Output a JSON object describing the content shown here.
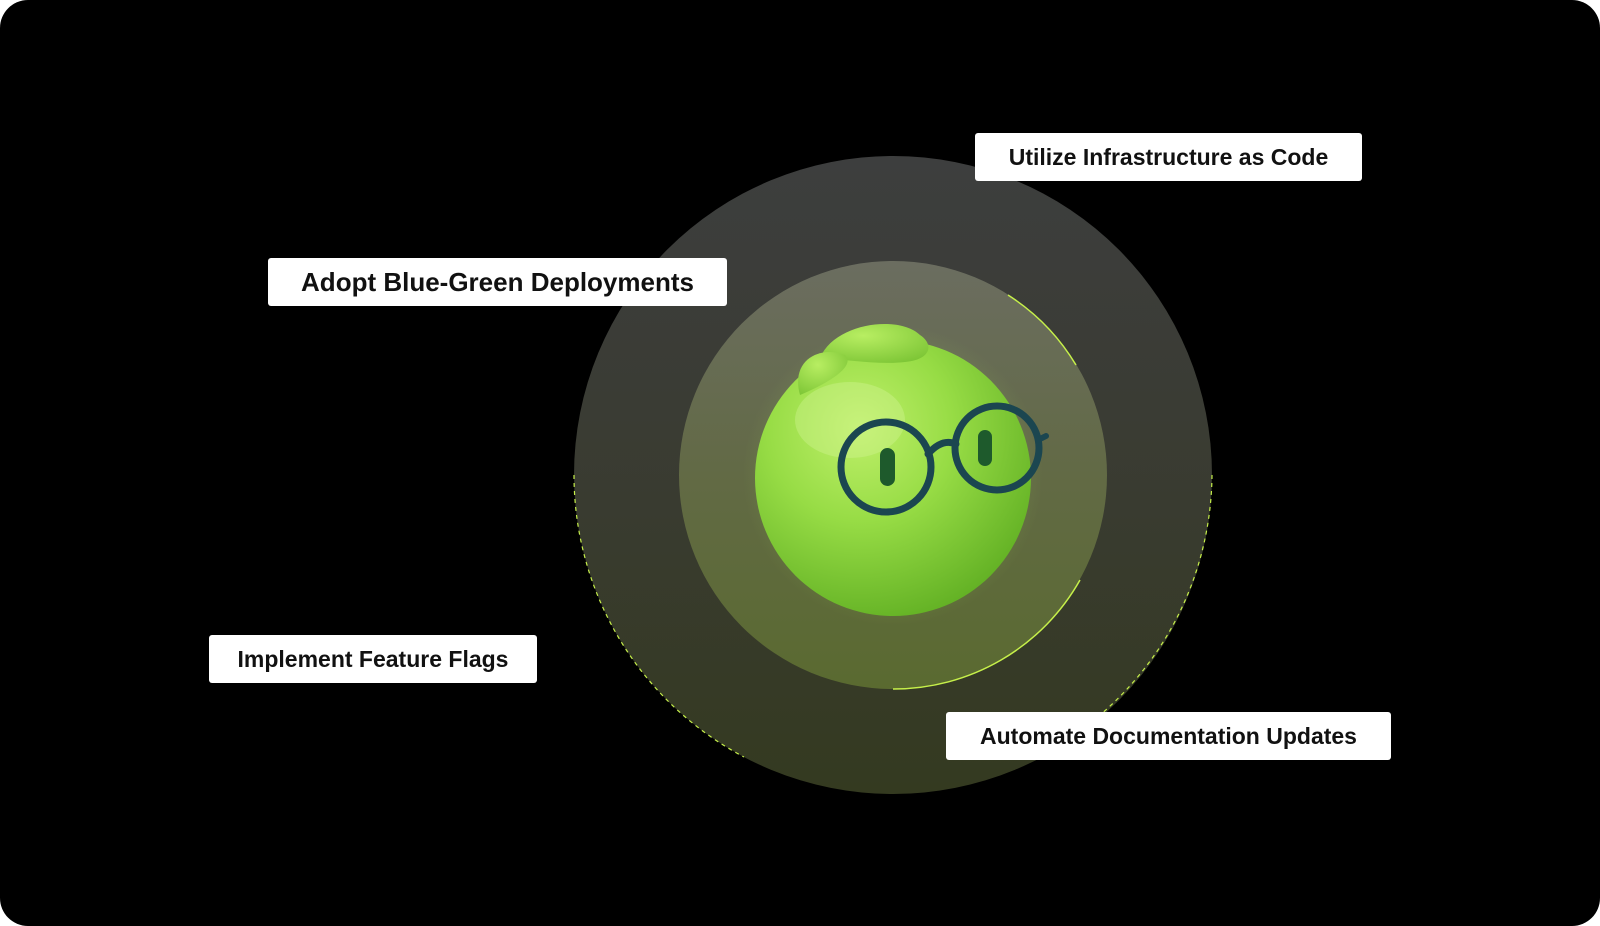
{
  "diagram": {
    "labels": {
      "infrastructure": "Utilize Infrastructure as Code",
      "blue_green": "Adopt Blue-Green Deployments",
      "feature_flags": "Implement Feature Flags",
      "documentation": "Automate Documentation Updates"
    },
    "mascot": {
      "icon": "green-blob-with-glasses-icon"
    },
    "colors": {
      "background": "#000000",
      "accent": "#c6f04a",
      "mascot_green": "#8fd43a",
      "glasses": "#1b4650",
      "label_background": "#ffffff",
      "label_text": "#111111"
    }
  }
}
